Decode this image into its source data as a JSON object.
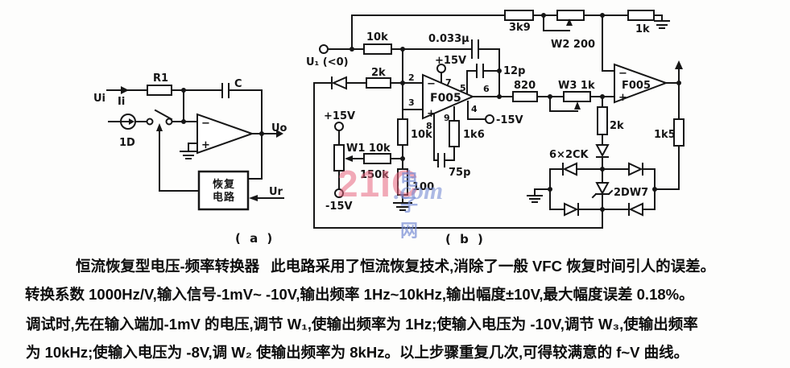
{
  "panel_a": {
    "labels": {
      "ui": "Ui",
      "ii": "Ii",
      "r1": "R1",
      "c": "C",
      "source": "1D",
      "uo": "Uo",
      "ur": "Ur",
      "box1": "恢复",
      "box2": "电路",
      "caption": "( a )"
    }
  },
  "panel_b": {
    "labels": {
      "input": "U₁ (<0)",
      "r10k": "10k",
      "c0033": "0.033μ",
      "p15a": "+15V",
      "c12p": "12p",
      "r3k9": "3k9",
      "w2": "W2 200",
      "r1k": "1k",
      "r2k": "2k",
      "opamp1": "F005",
      "p2": "2",
      "p3": "3",
      "p4": "4",
      "p5": "5",
      "p6": "6",
      "p7": "7",
      "p8": "8",
      "p9": "9",
      "m15a": "-15V",
      "r820": "820",
      "w3": "W3 1k",
      "opamp2": "F005",
      "r2kv": "2k",
      "r1k5": "1k5",
      "r10kv": "10k",
      "r1k6": "1k6",
      "c75p": "75p",
      "w1": "W1 10k",
      "r150k": "150k",
      "p15b": "+15V",
      "m15b": "-15V",
      "r100": "100",
      "dgroup": "6×2CK",
      "zener": "2DW7",
      "caption": "( b )"
    }
  },
  "watermark": {
    "brand": "21IC",
    "cn": "电子网",
    "com": ".com"
  },
  "caption": {
    "title": "恒流恢复型电压-频率转换器",
    "line1": "此电路采用了恒流恢复技术,消除了一般 VFC 恢复时间引人的误差。",
    "line2": "转换系数 1000Hz/V,输入信号-1mV~ -10V,输出频率 1Hz~10kHz,输出幅度±10V,最大幅度误差 0.18%。",
    "line3": "调试时,先在输入端加-1mV 的电压,调节 W₁,使输出频率为 1Hz;使输入电压为 -10V,调节 W₃,使输出频率",
    "line4": "为 10kHz;使输入电压为 -8V,调 W₂ 使输出频率为 8kHz。以上步骤重复几次,可得较满意的 f~V 曲线。"
  }
}
